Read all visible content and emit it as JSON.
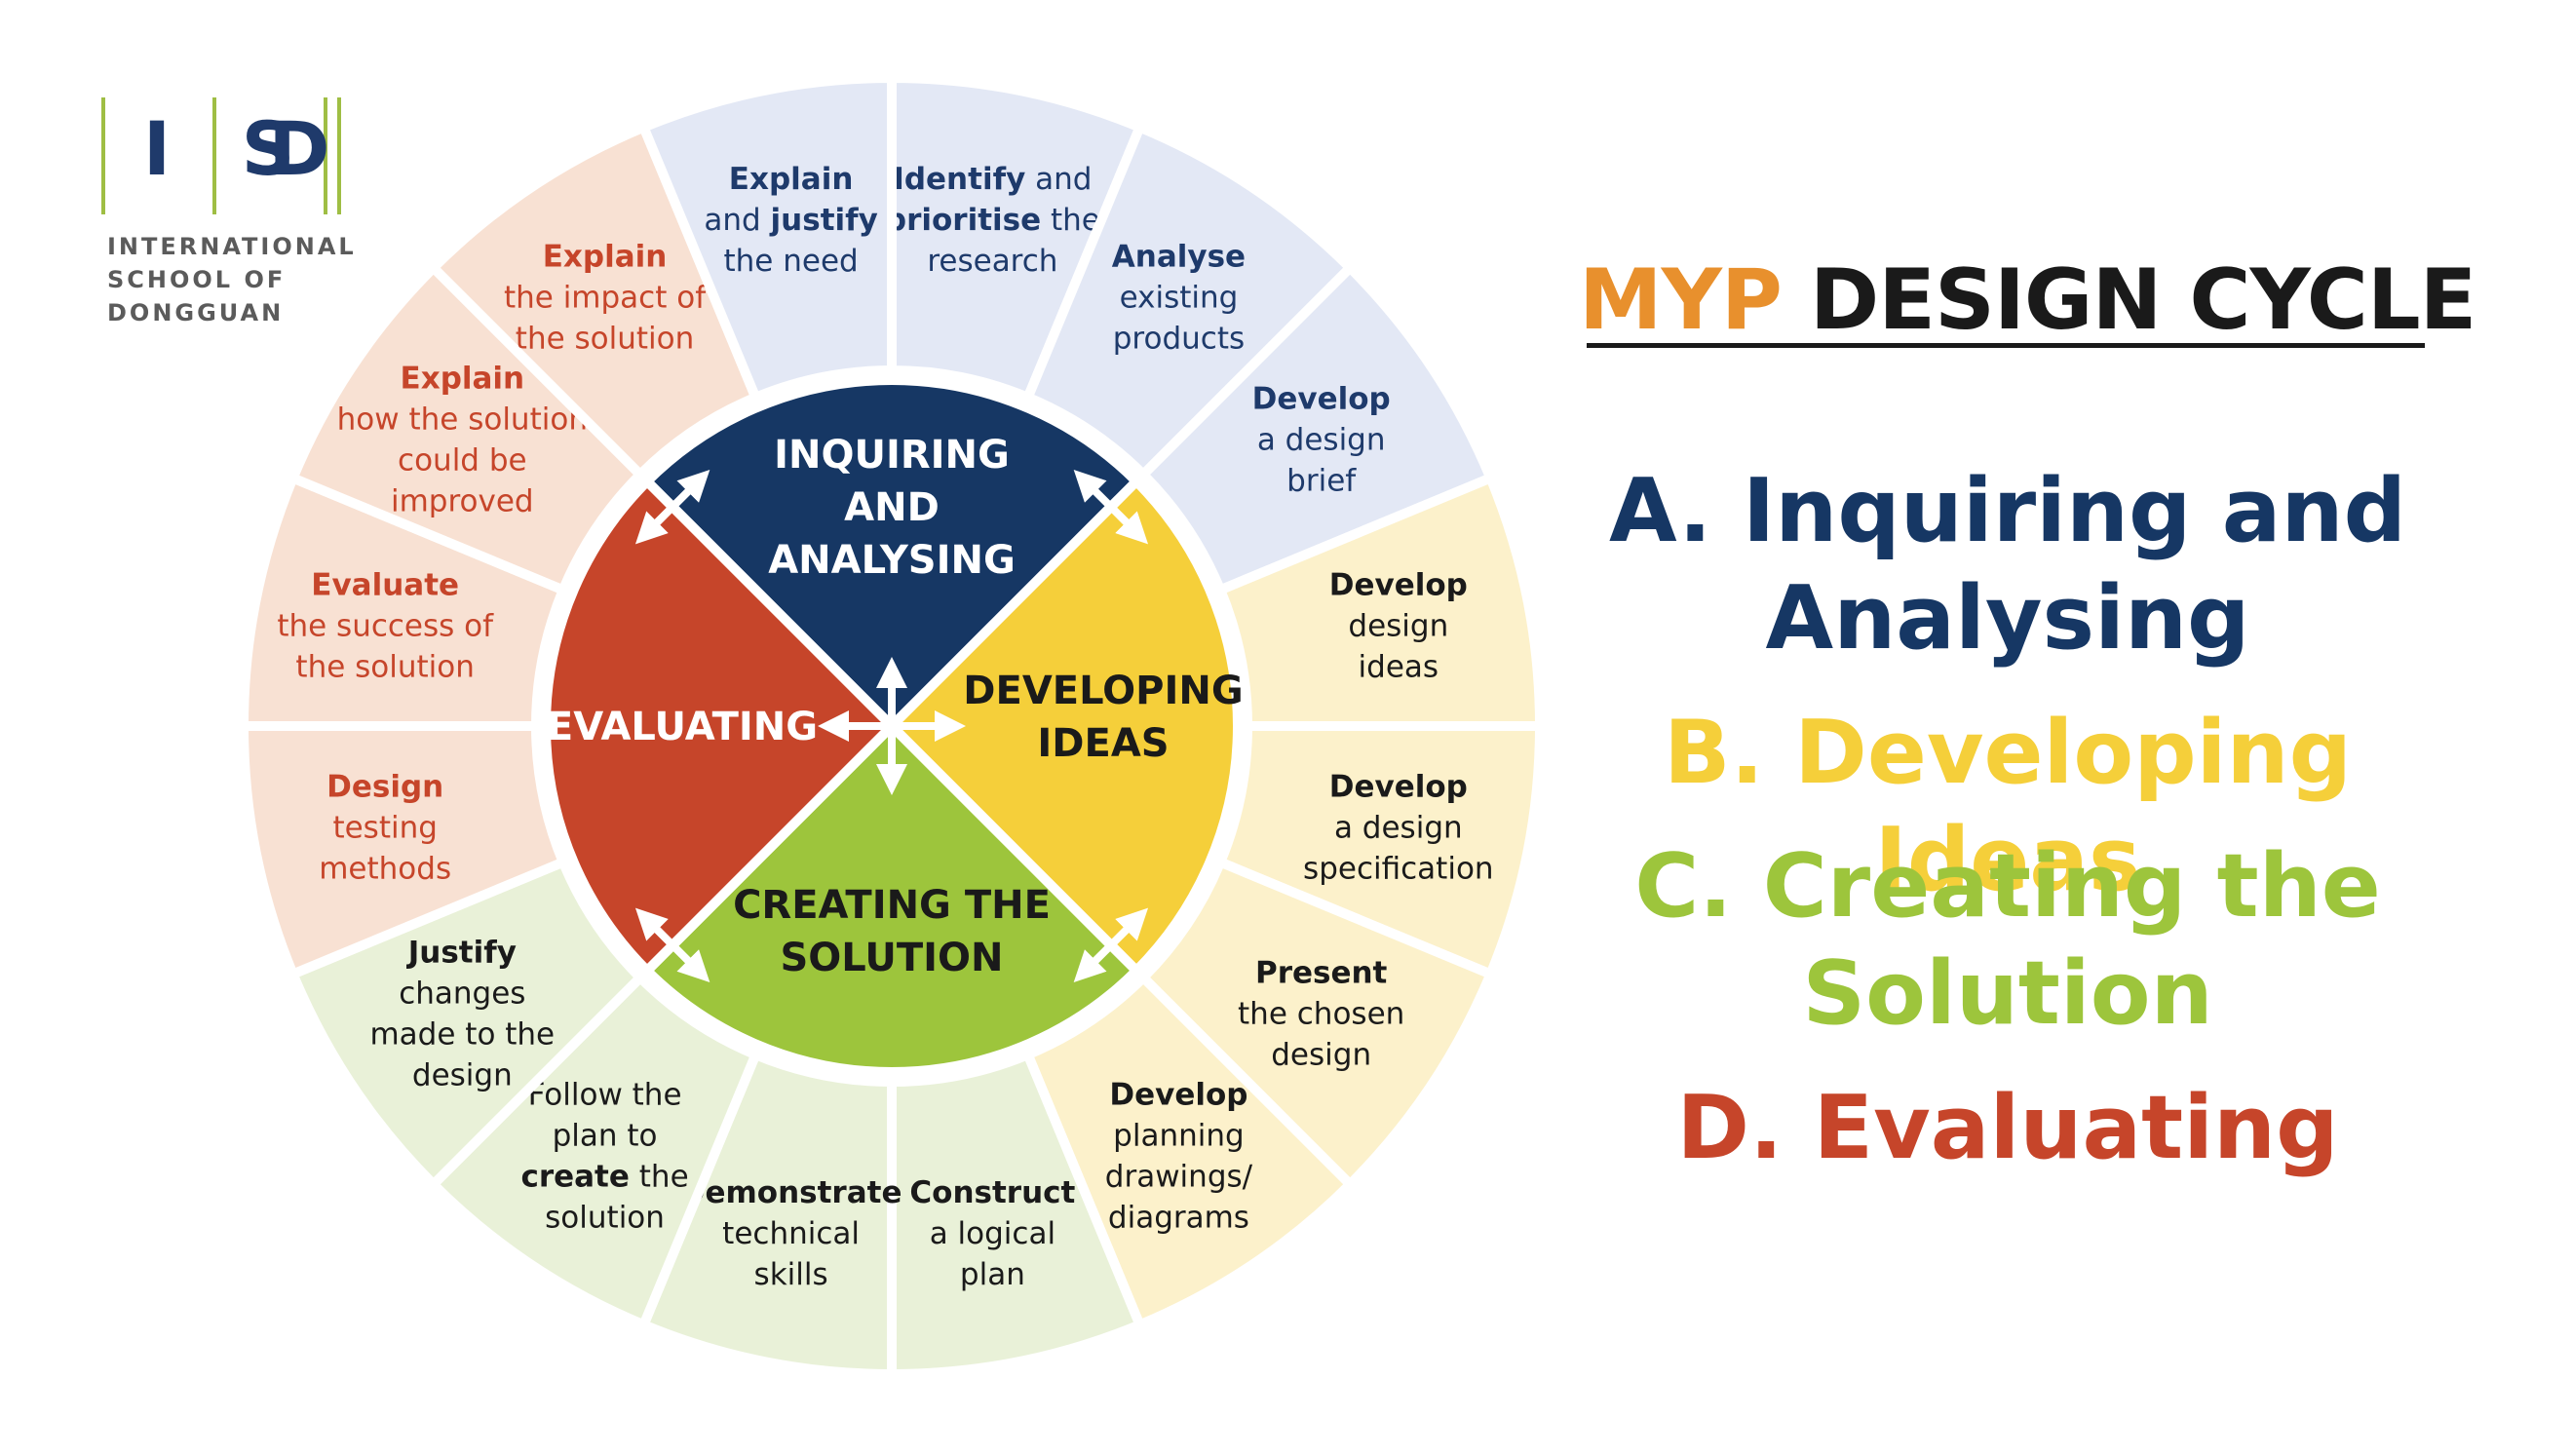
{
  "logo": {
    "letters": [
      "I",
      "S",
      "D"
    ],
    "lines": [
      "INTERNATIONAL",
      "SCHOOL OF",
      "DONGGUAN"
    ]
  },
  "title": {
    "part1": "MYP",
    "part2": " DESIGN CYCLE"
  },
  "colors": {
    "inquiring": "#163764",
    "developing": "#f5cf3a",
    "creating": "#9dc53c",
    "evaluating": "#c6452a",
    "title_accent": "#e8902d"
  },
  "stages": {
    "inquiring": {
      "lines": [
        "INQUIRING",
        "AND",
        "ANALYSING"
      ]
    },
    "developing": {
      "lines": [
        "DEVELOPING",
        "IDEAS"
      ]
    },
    "creating": {
      "lines": [
        "CREATING THE",
        "SOLUTION"
      ]
    },
    "evaluating": {
      "lines": [
        "EVALUATING"
      ]
    }
  },
  "stage_list": [
    {
      "lines": [
        "A. Inquiring and",
        "Analysing"
      ]
    },
    {
      "lines": [
        "B. Developing Ideas"
      ]
    },
    {
      "lines": [
        "C. Creating the",
        "Solution"
      ]
    },
    {
      "lines": [
        "D. Evaluating"
      ]
    }
  ],
  "segments": [
    {
      "group": "inquiring",
      "lines": [
        [
          {
            "t": "Identify",
            "b": true
          },
          {
            "t": " and"
          }
        ],
        [
          {
            "t": "prioritise",
            "b": true
          },
          {
            "t": " the"
          }
        ],
        [
          {
            "t": "research"
          }
        ]
      ]
    },
    {
      "group": "inquiring",
      "lines": [
        [
          {
            "t": "Analyse",
            "b": true
          }
        ],
        [
          {
            "t": "existing"
          }
        ],
        [
          {
            "t": "products"
          }
        ]
      ]
    },
    {
      "group": "inquiring",
      "lines": [
        [
          {
            "t": "Develop",
            "b": true
          }
        ],
        [
          {
            "t": "a design"
          }
        ],
        [
          {
            "t": "brief"
          }
        ]
      ]
    },
    {
      "group": "developing",
      "lines": [
        [
          {
            "t": "Develop",
            "b": true
          }
        ],
        [
          {
            "t": "design"
          }
        ],
        [
          {
            "t": "ideas"
          }
        ]
      ]
    },
    {
      "group": "developing",
      "lines": [
        [
          {
            "t": "Develop",
            "b": true
          }
        ],
        [
          {
            "t": "a design"
          }
        ],
        [
          {
            "t": "specification"
          }
        ]
      ]
    },
    {
      "group": "developing",
      "lines": [
        [
          {
            "t": "Present",
            "b": true
          }
        ],
        [
          {
            "t": "the chosen"
          }
        ],
        [
          {
            "t": "design"
          }
        ]
      ]
    },
    {
      "group": "developing",
      "lines": [
        [
          {
            "t": "Develop",
            "b": true
          }
        ],
        [
          {
            "t": "planning"
          }
        ],
        [
          {
            "t": "drawings/"
          }
        ],
        [
          {
            "t": "diagrams"
          }
        ]
      ]
    },
    {
      "group": "creating",
      "lines": [
        [
          {
            "t": "Construct",
            "b": true
          }
        ],
        [
          {
            "t": "a logical"
          }
        ],
        [
          {
            "t": "plan"
          }
        ]
      ]
    },
    {
      "group": "creating",
      "lines": [
        [
          {
            "t": "Demonstrate",
            "b": true
          }
        ],
        [
          {
            "t": "technical"
          }
        ],
        [
          {
            "t": "skills"
          }
        ]
      ]
    },
    {
      "group": "creating",
      "lines": [
        [
          {
            "t": "Follow the"
          }
        ],
        [
          {
            "t": "plan to"
          }
        ],
        [
          {
            "t": "create",
            "b": true
          },
          {
            "t": " the"
          }
        ],
        [
          {
            "t": "solution"
          }
        ]
      ]
    },
    {
      "group": "creating",
      "lines": [
        [
          {
            "t": "Justify",
            "b": true
          }
        ],
        [
          {
            "t": "changes"
          }
        ],
        [
          {
            "t": "made to the"
          }
        ],
        [
          {
            "t": "design"
          }
        ]
      ]
    },
    {
      "group": "evaluating",
      "lines": [
        [
          {
            "t": "Design",
            "b": true
          }
        ],
        [
          {
            "t": "testing"
          }
        ],
        [
          {
            "t": "methods"
          }
        ]
      ]
    },
    {
      "group": "evaluating",
      "lines": [
        [
          {
            "t": "Evaluate",
            "b": true
          }
        ],
        [
          {
            "t": "the success of"
          }
        ],
        [
          {
            "t": "the solution"
          }
        ]
      ]
    },
    {
      "group": "evaluating",
      "lines": [
        [
          {
            "t": "Explain",
            "b": true
          }
        ],
        [
          {
            "t": "how the solution"
          }
        ],
        [
          {
            "t": "could be"
          }
        ],
        [
          {
            "t": "improved"
          }
        ]
      ]
    },
    {
      "group": "evaluating",
      "lines": [
        [
          {
            "t": "Explain",
            "b": true
          }
        ],
        [
          {
            "t": "the impact of"
          }
        ],
        [
          {
            "t": "the solution"
          }
        ]
      ]
    },
    {
      "group": "inquiring",
      "lines": [
        [
          {
            "t": "Explain",
            "b": true
          }
        ],
        [
          {
            "t": "and "
          },
          {
            "t": "justify",
            "b": true
          }
        ],
        [
          {
            "t": "the need"
          }
        ]
      ]
    }
  ]
}
